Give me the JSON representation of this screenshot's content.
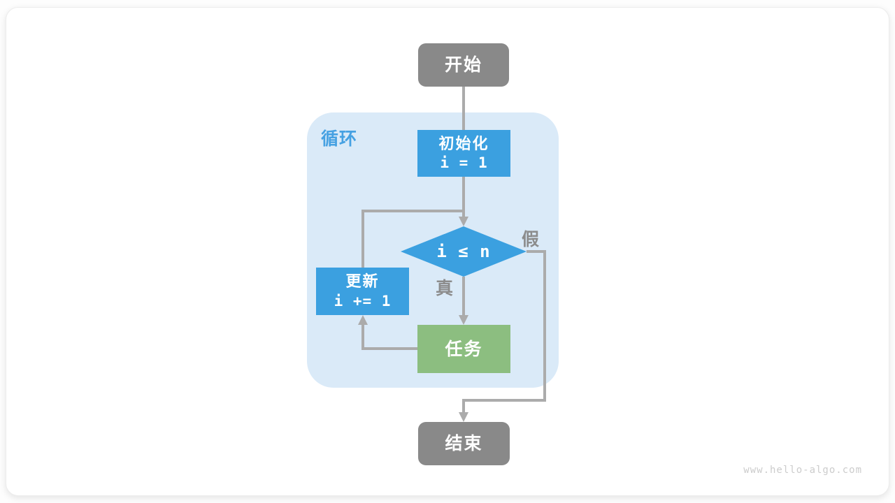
{
  "page": {
    "watermark": "www.hello-algo.com"
  },
  "colors": {
    "node_gray": "#898989",
    "node_blue": "#3ba0e0",
    "node_green": "#8cbe80",
    "loop_background": "#daeaf8",
    "loop_label_blue": "#46a1e2",
    "connector_gray": "#ababab",
    "edge_label_gray": "#8c8c8c",
    "watermark_gray": "#cccccc"
  },
  "flowchart": {
    "loop_label": "循环",
    "nodes": {
      "start": {
        "label": "开始"
      },
      "init": {
        "label": "初始化",
        "code": "i = 1"
      },
      "cond": {
        "code": "i ≤ n"
      },
      "update": {
        "label": "更新",
        "code": "i += 1"
      },
      "task": {
        "label": "任务"
      },
      "end": {
        "label": "结束"
      }
    },
    "edge_labels": {
      "true": "真",
      "false": "假"
    }
  }
}
